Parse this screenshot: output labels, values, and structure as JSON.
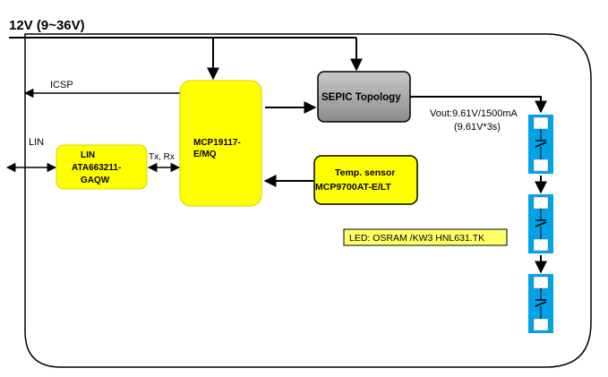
{
  "supply_label": "12V (9~36V)",
  "icsp_label": "ICSP",
  "lin_bus_label": "LIN",
  "lin_block": {
    "line1": "LIN",
    "line2": "ATA663211-",
    "line3": "GAQW"
  },
  "txrx_label": "Tx, Rx",
  "controller_block": {
    "line1": "MCP19117-",
    "line2": "E/MQ"
  },
  "sepic_block": {
    "label": "SEPIC Topology"
  },
  "temp_block": {
    "line1": "Temp. sensor",
    "line2": "MCP9700AT-E/LT"
  },
  "vout_label": {
    "line1": "Vout:9.61V/1500mA",
    "line2": "(9.61V*3s)"
  },
  "led_note": "LED: OSRAM /KW3 HNL631.TK",
  "colors": {
    "block_yellow": "#ffff00",
    "sepic_gray": "#a6a6a6",
    "led_strip_blue": "#00a2e8",
    "note_bg": "#ffff66",
    "line": "#000000"
  }
}
